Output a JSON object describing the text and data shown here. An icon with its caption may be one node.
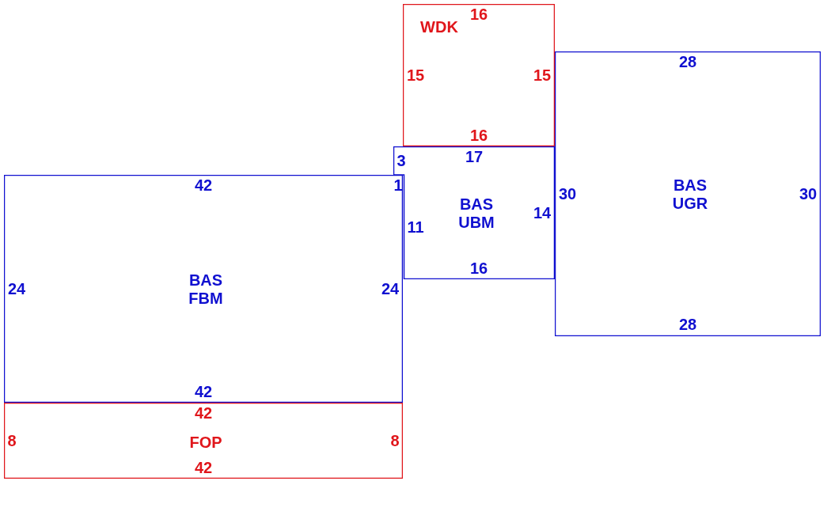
{
  "diagram": {
    "nodes": [
      {
        "text": [
          "WDK"
        ]
      },
      {
        "text": [
          "BAS UGR"
        ]
      },
      {
        "text": [
          "BAS UBM"
        ]
      },
      {
        "text": [
          "BAS FBM"
        ]
      },
      {
        "text": [
          "FOP"
        ]
      }
    ],
    "labels": [
      "16",
      "15",
      "15",
      "28",
      "16",
      "3",
      "17",
      "42",
      "1",
      "30",
      "30",
      "14",
      "11",
      "16",
      "24",
      "24",
      "28",
      "42",
      "42",
      "8",
      "8",
      "42"
    ]
  }
}
